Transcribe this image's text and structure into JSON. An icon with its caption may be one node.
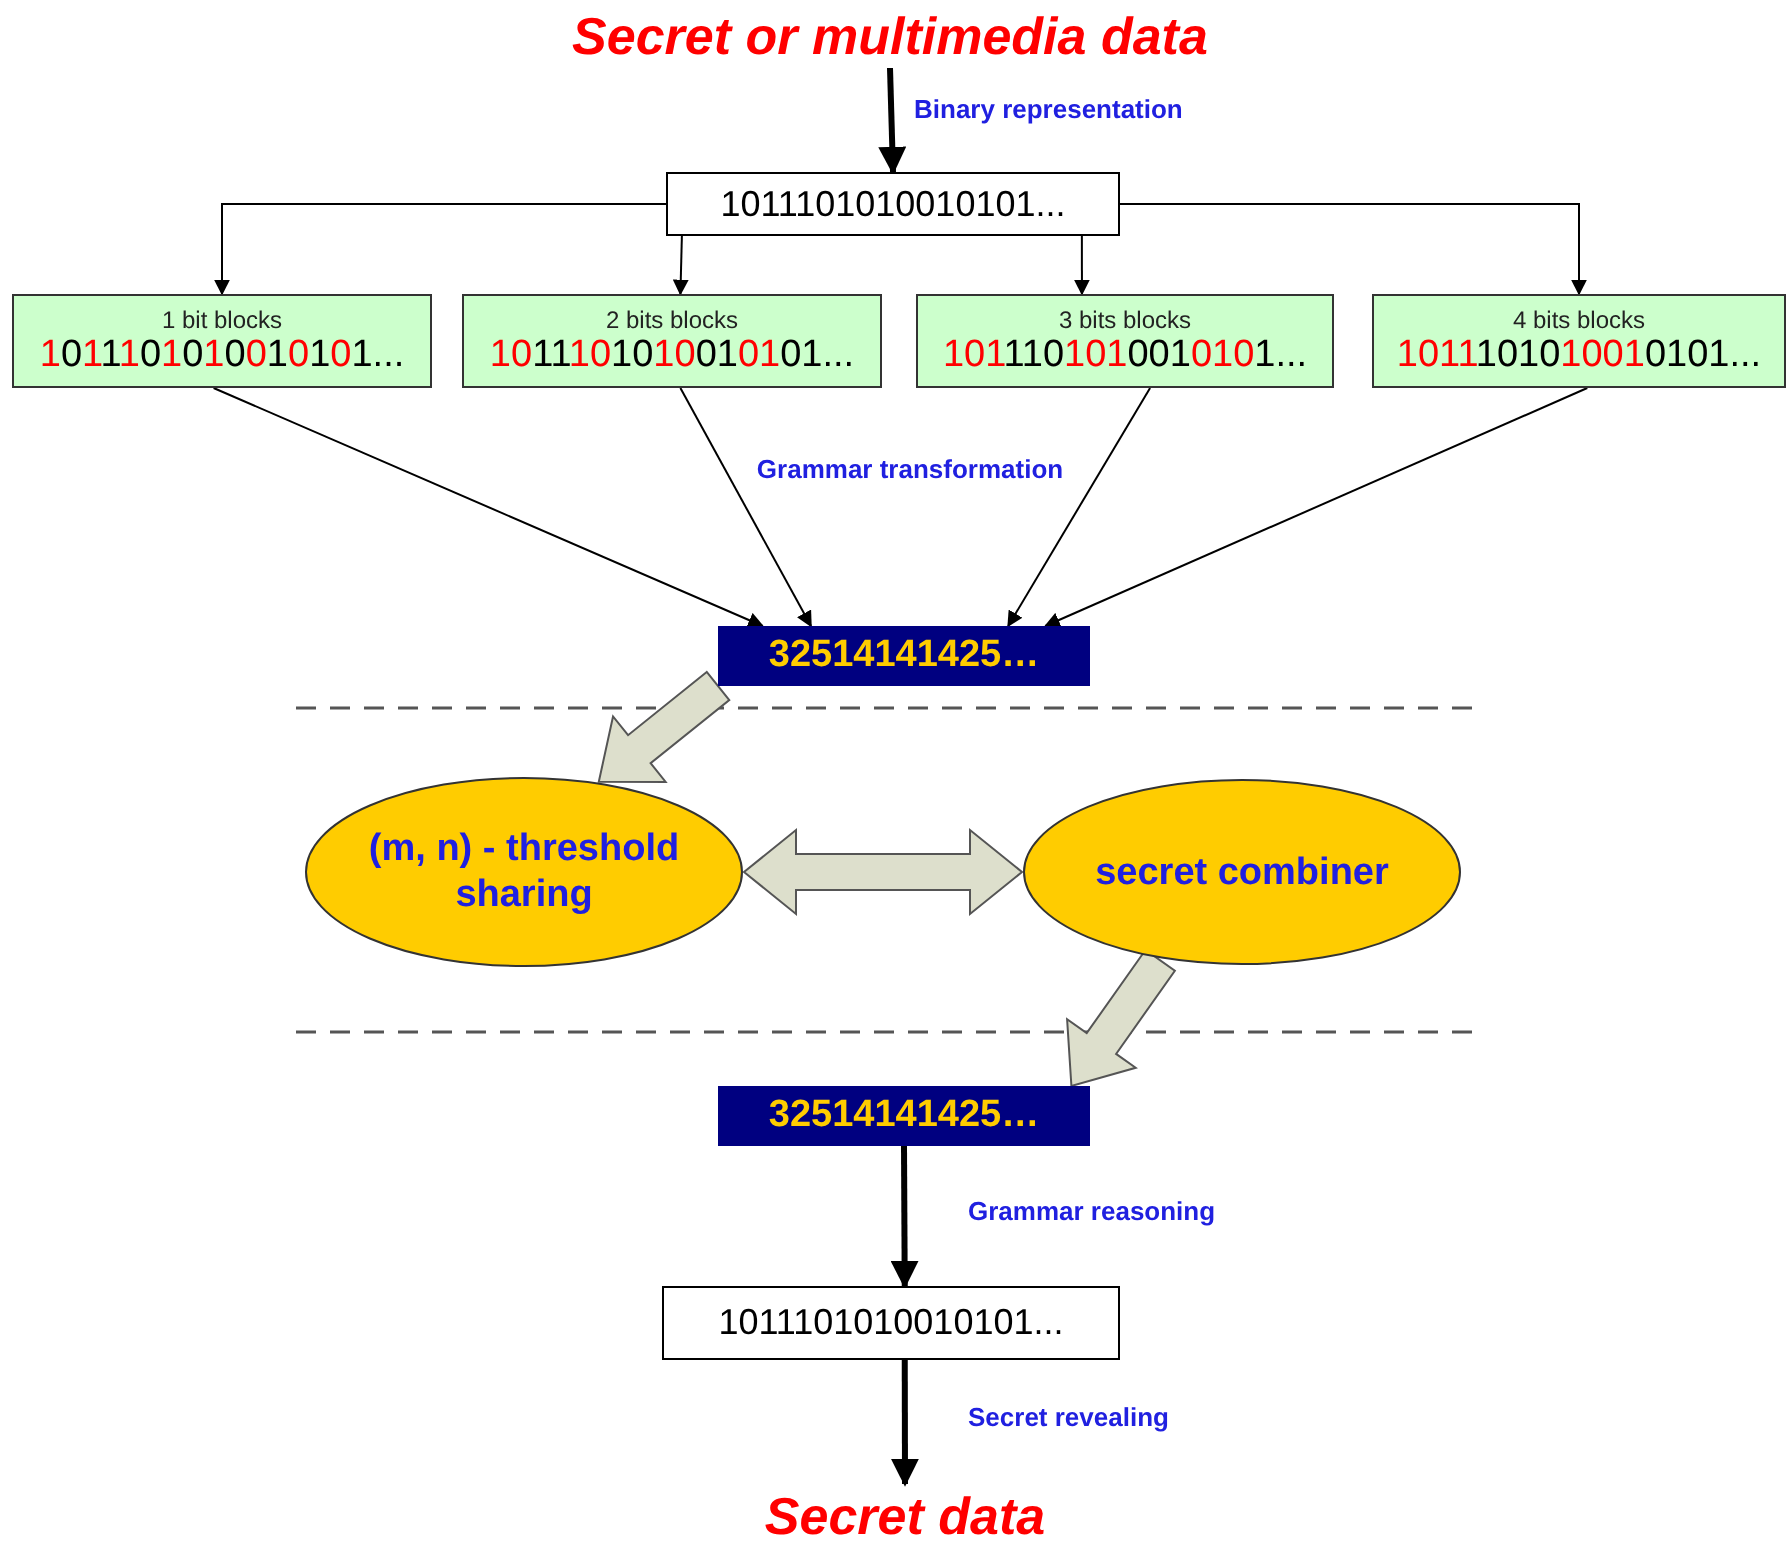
{
  "diagram": {
    "nodes": [
      {
        "text": [
          "Secret or multimedia data"
        ]
      },
      {
        "text": [
          "1011101010010101..."
        ]
      },
      {
        "text": [
          "1 bit blocks",
          "1011101010010101..."
        ]
      },
      {
        "text": [
          "2 bits blocks",
          "1011101010010101..."
        ]
      },
      {
        "text": [
          "3 bits blocks",
          "1011101010010101..."
        ]
      },
      {
        "text": [
          "4 bits blocks",
          "1011101010010101..."
        ]
      },
      {
        "text": [
          "32514141425…"
        ]
      },
      {
        "text": [
          "(m, n) - threshold sharing"
        ]
      },
      {
        "text": [
          "secret combiner"
        ]
      },
      {
        "text": [
          "32514141425…"
        ]
      },
      {
        "text": [
          "1011101010010101..."
        ]
      },
      {
        "text": [
          "Secret data"
        ]
      }
    ],
    "edges": [
      {
        "from": 0,
        "to": 1,
        "arrow": "to",
        "label": "Binary representation",
        "style": "thick"
      },
      {
        "from": 1,
        "to": 2,
        "arrow": "to"
      },
      {
        "from": 1,
        "to": 3,
        "arrow": "to"
      },
      {
        "from": 1,
        "to": 4,
        "arrow": "to"
      },
      {
        "from": 1,
        "to": 5,
        "arrow": "to"
      },
      {
        "from": 2,
        "to": 6,
        "arrow": "to"
      },
      {
        "from": 3,
        "to": 6,
        "arrow": "to",
        "label": "Grammar transformation"
      },
      {
        "from": 4,
        "to": 6,
        "arrow": "to"
      },
      {
        "from": 5,
        "to": 6,
        "arrow": "to"
      },
      {
        "from": 6,
        "to": 7,
        "arrow": "to",
        "style": "thick",
        "color": "#dddfcc"
      },
      {
        "from": 7,
        "to": 8,
        "arrow": "both",
        "style": "thick",
        "color": "#dddfcc"
      },
      {
        "from": 8,
        "to": 9,
        "arrow": "to",
        "style": "thick",
        "color": "#dddfcc"
      },
      {
        "from": 9,
        "to": 10,
        "arrow": "to",
        "label": "Grammar reasoning",
        "style": "thick"
      },
      {
        "from": 10,
        "to": 11,
        "arrow": "to",
        "label": "Secret revealing",
        "style": "thick"
      }
    ]
  }
}
